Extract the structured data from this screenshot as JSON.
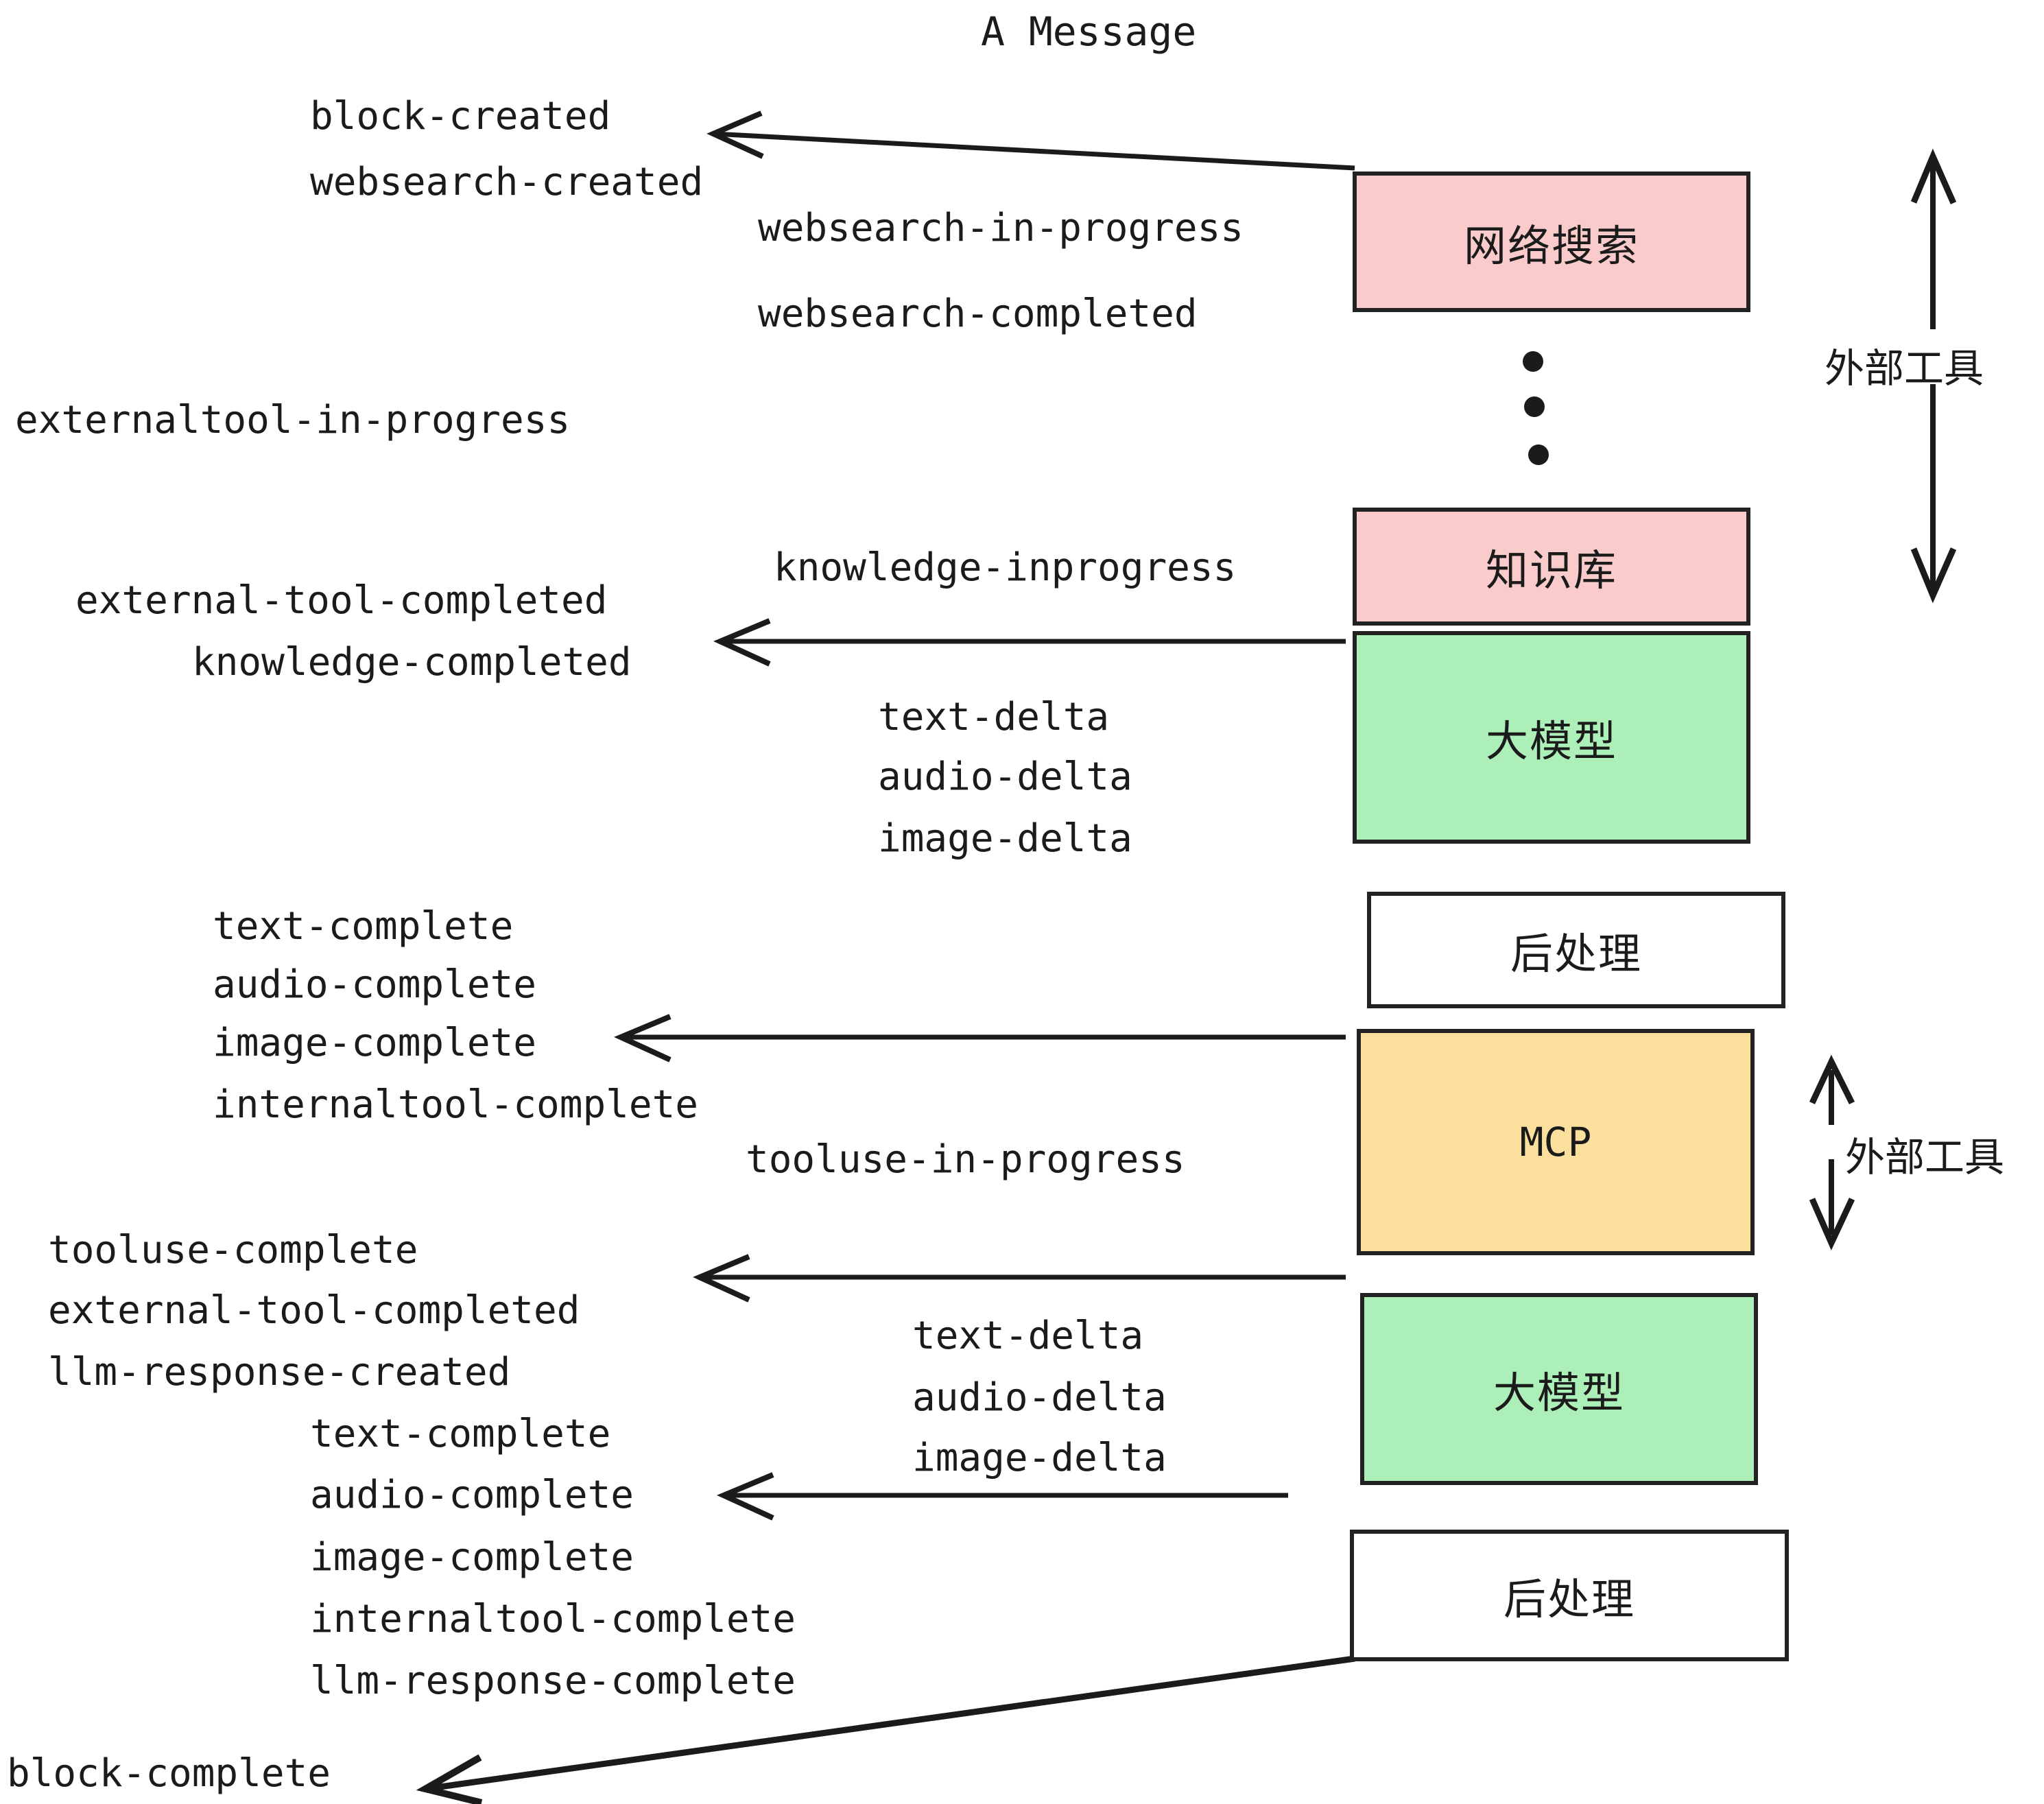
{
  "title": "A Message",
  "colors": {
    "pink": "#FACBCB",
    "green": "#ADEFB8",
    "yellow": "#FAE09C",
    "white": "#FFFFFF",
    "stroke": "#222222",
    "text": "#1b1b1b"
  },
  "nodes": {
    "websearch": "网络搜索",
    "knowledge": "知识库",
    "llm1": "大模型",
    "postprocess1": "后处理",
    "mcp": "MCP",
    "llm2": "大模型",
    "postprocess2": "后处理"
  },
  "annotations": {
    "external_tool_top": "外部工具",
    "external_tool_bottom": "外部工具"
  },
  "events": {
    "block_created": "block-created",
    "websearch_created": "websearch-created",
    "websearch_in_progress": "websearch-in-progress",
    "websearch_completed": "websearch-completed",
    "externaltool_in_progress": "externaltool-in-progress",
    "knowledge_inprogress": "knowledge-inprogress",
    "external_tool_completed_1": "external-tool-completed",
    "knowledge_completed": "knowledge-completed",
    "text_delta_1": "text-delta",
    "audio_delta_1": "audio-delta",
    "image_delta_1": "image-delta",
    "text_complete_1": "text-complete",
    "audio_complete_1": "audio-complete",
    "image_complete_1": "image-complete",
    "internaltool_complete_1": "internaltool-complete",
    "tooluse_in_progress": "tooluse-in-progress",
    "tooluse_complete": "tooluse-complete",
    "external_tool_completed_2": "external-tool-completed",
    "llm_response_created": "llm-response-created",
    "text_delta_2": "text-delta",
    "audio_delta_2": "audio-delta",
    "image_delta_2": "image-delta",
    "text_complete_2": "text-complete",
    "audio_complete_2": "audio-complete",
    "image_complete_2": "image-complete",
    "internaltool_complete_2": "internaltool-complete",
    "llm_response_complete": "llm-response-complete",
    "block_complete": "block-complete"
  }
}
